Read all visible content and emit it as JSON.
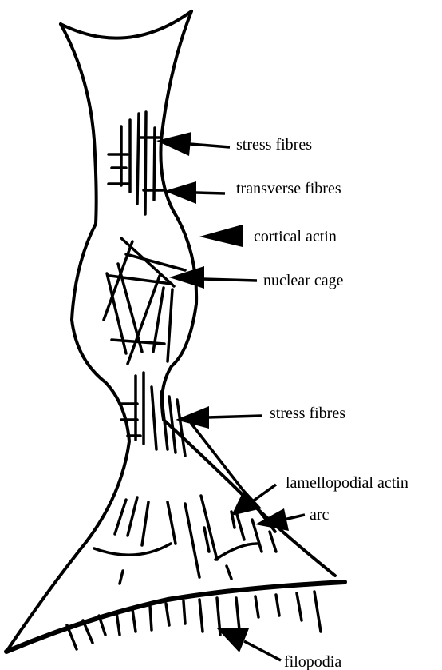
{
  "labels": {
    "stress_fibres_top": "stress fibres",
    "transverse_fibres": "transverse fibres",
    "cortical_actin": "cortical actin",
    "nuclear_cage": "nuclear cage",
    "stress_fibres_bottom": "stress fibres",
    "lamellopodial_actin": "lamellopodial actin",
    "arc": "arc",
    "filopodia": "filopodia"
  },
  "colors": {
    "ink": "#000000",
    "background": "#ffffff"
  }
}
